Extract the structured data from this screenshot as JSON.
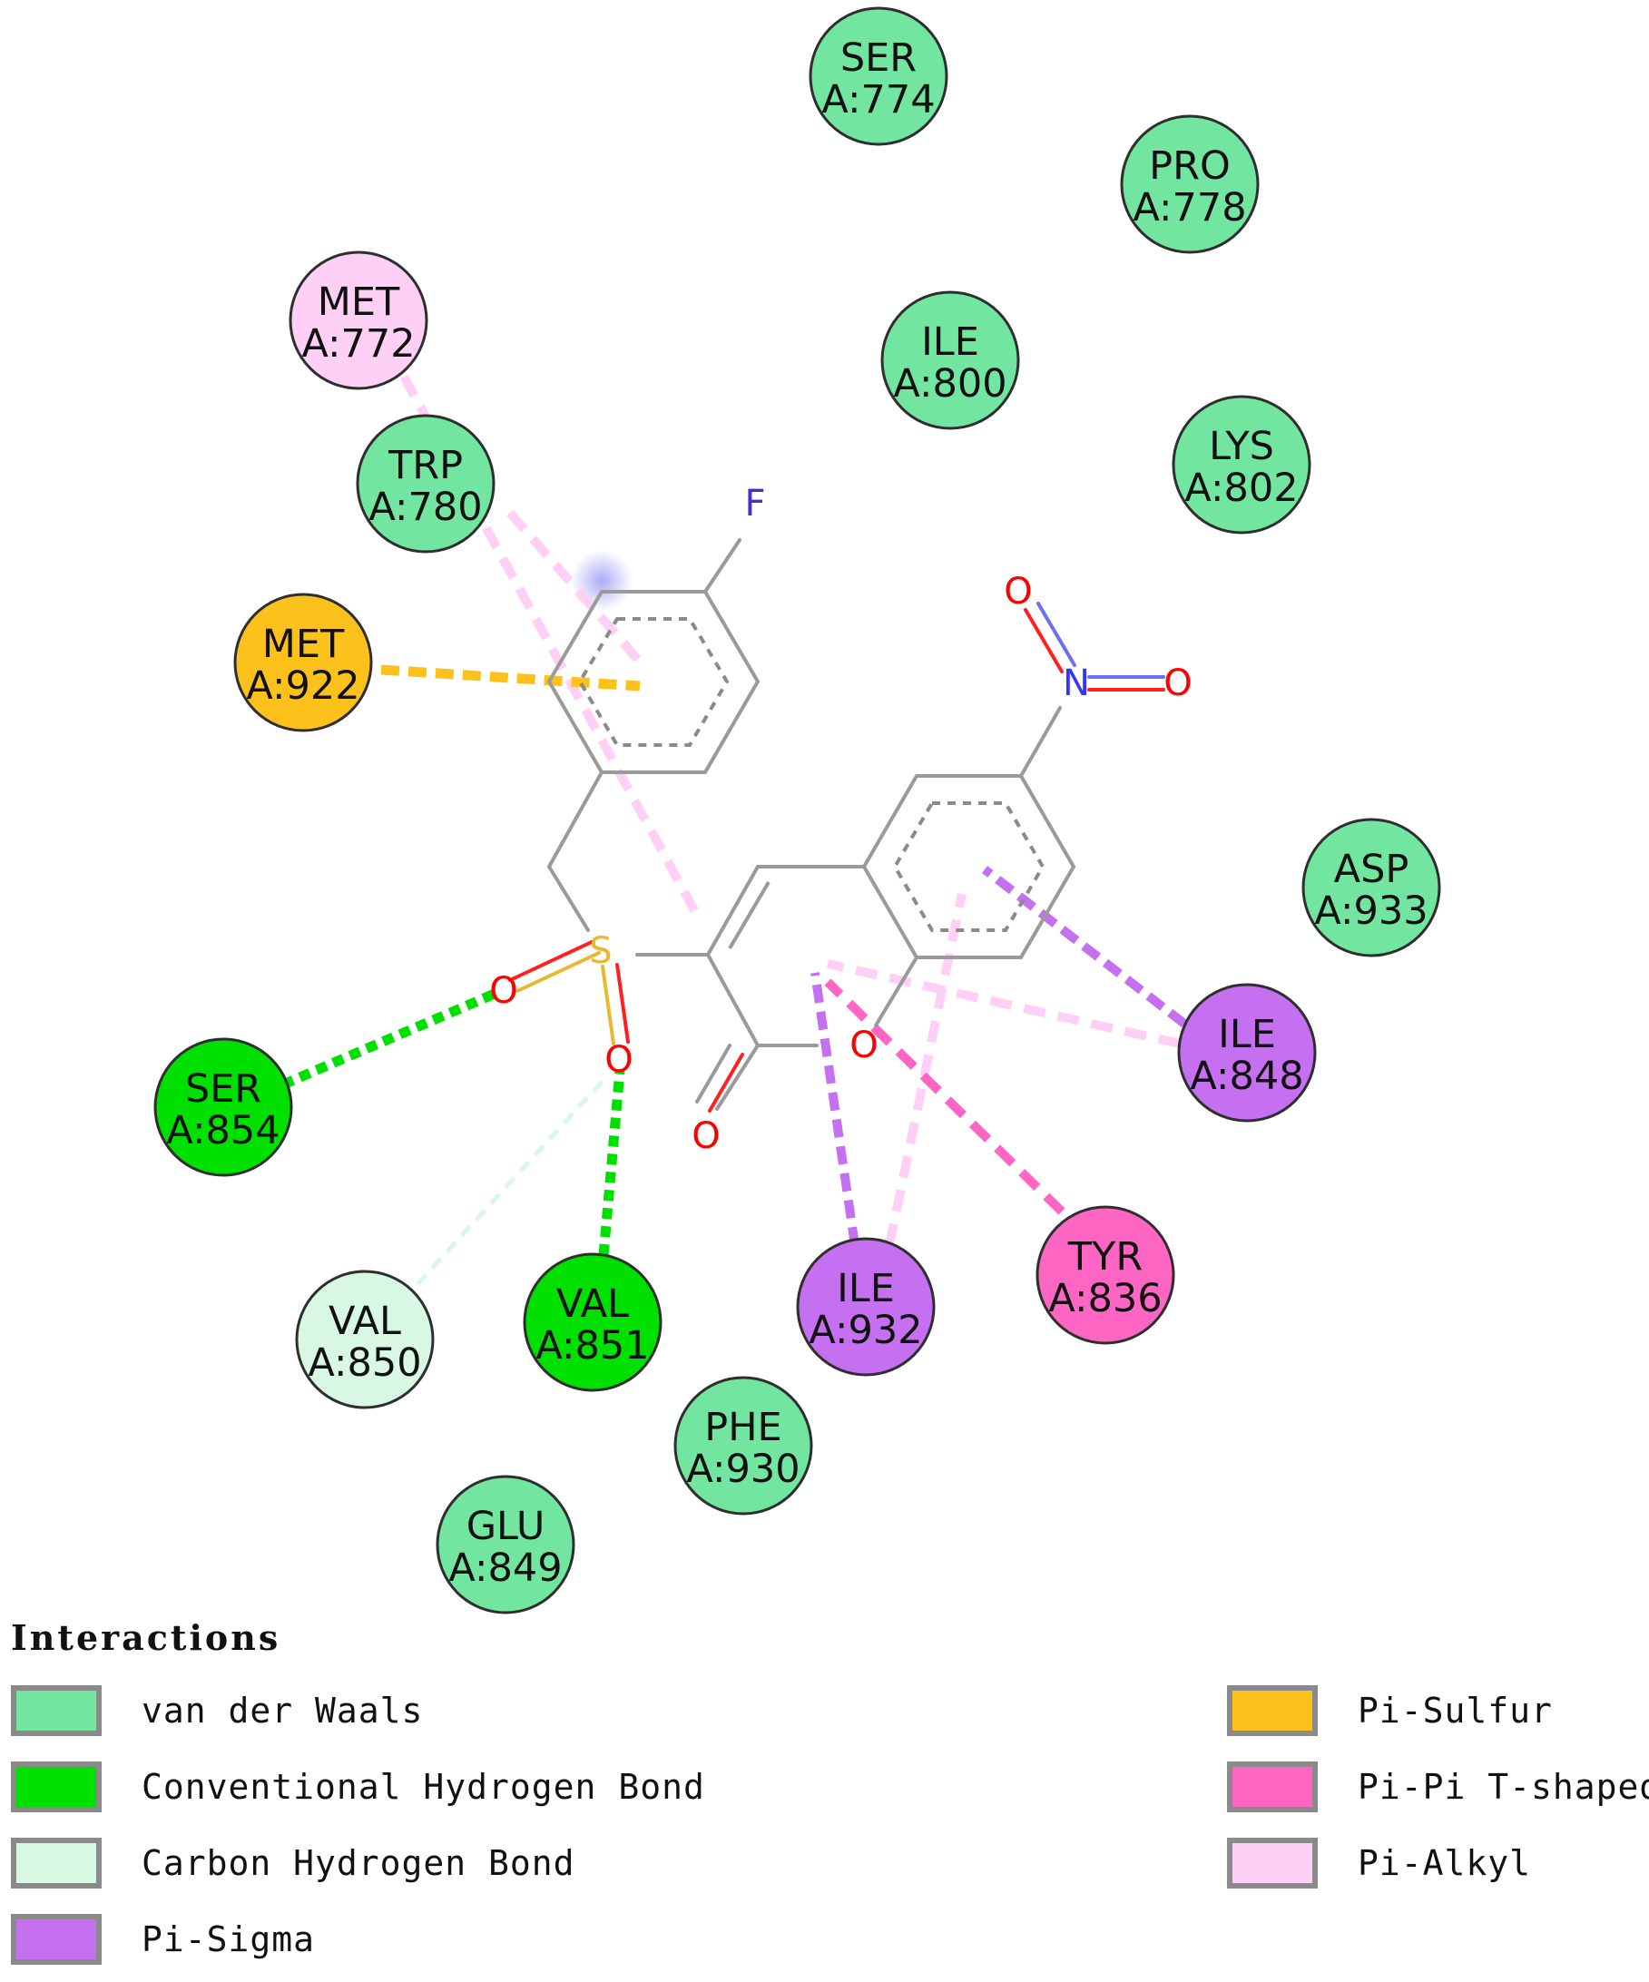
{
  "residues": [
    {
      "name": "SER",
      "num": "A:774",
      "type": "vdw"
    },
    {
      "name": "PRO",
      "num": "A:778",
      "type": "vdw"
    },
    {
      "name": "MET",
      "num": "A:772",
      "type": "pialkyl"
    },
    {
      "name": "ILE",
      "num": "A:800",
      "type": "vdw"
    },
    {
      "name": "LYS",
      "num": "A:802",
      "type": "vdw"
    },
    {
      "name": "TRP",
      "num": "A:780",
      "type": "vdw"
    },
    {
      "name": "MET",
      "num": "A:922",
      "type": "pisulfur"
    },
    {
      "name": "ASP",
      "num": "A:933",
      "type": "vdw"
    },
    {
      "name": "ILE",
      "num": "A:848",
      "type": "pisigma"
    },
    {
      "name": "SER",
      "num": "A:854",
      "type": "hbond"
    },
    {
      "name": "TYR",
      "num": "A:836",
      "type": "pipi"
    },
    {
      "name": "VAL",
      "num": "A:850",
      "type": "chbond"
    },
    {
      "name": "VAL",
      "num": "A:851",
      "type": "hbond"
    },
    {
      "name": "ILE",
      "num": "A:932",
      "type": "pisigma"
    },
    {
      "name": "PHE",
      "num": "A:930",
      "type": "vdw"
    },
    {
      "name": "GLU",
      "num": "A:849",
      "type": "vdw"
    }
  ],
  "atoms": {
    "fluorine": "F",
    "nitrogen": "N",
    "sulfur": "S",
    "oxygen": "O"
  },
  "legend": {
    "title": "Interactions",
    "items": [
      {
        "label": "van der Waals",
        "color": "#72e6a0"
      },
      {
        "label": "Conventional Hydrogen Bond",
        "color": "#00e000"
      },
      {
        "label": "Carbon Hydrogen Bond",
        "color": "#d8f8e3"
      },
      {
        "label": "Pi-Sigma",
        "color": "#c470f0"
      },
      {
        "label": "Pi-Sulfur",
        "color": "#fcc21b"
      },
      {
        "label": "Pi-Pi T-shaped",
        "color": "#ff66c4"
      },
      {
        "label": "Pi-Alkyl",
        "color": "#ffd0f6"
      }
    ]
  },
  "colors": {
    "vdw": "#72e6a0",
    "hbond": "#00e000",
    "chbond": "#d8f8e3",
    "pisigma": "#c470f0",
    "pisulfur": "#fcc21b",
    "pipi": "#ff66c4",
    "pialkyl": "#ffd0f6",
    "bond": "#9a9a9a",
    "oxygen": "#ff0000",
    "nitrogen": "#3333ff",
    "fluorine": "#4a2bd0",
    "sulfur": "#e8b830"
  }
}
